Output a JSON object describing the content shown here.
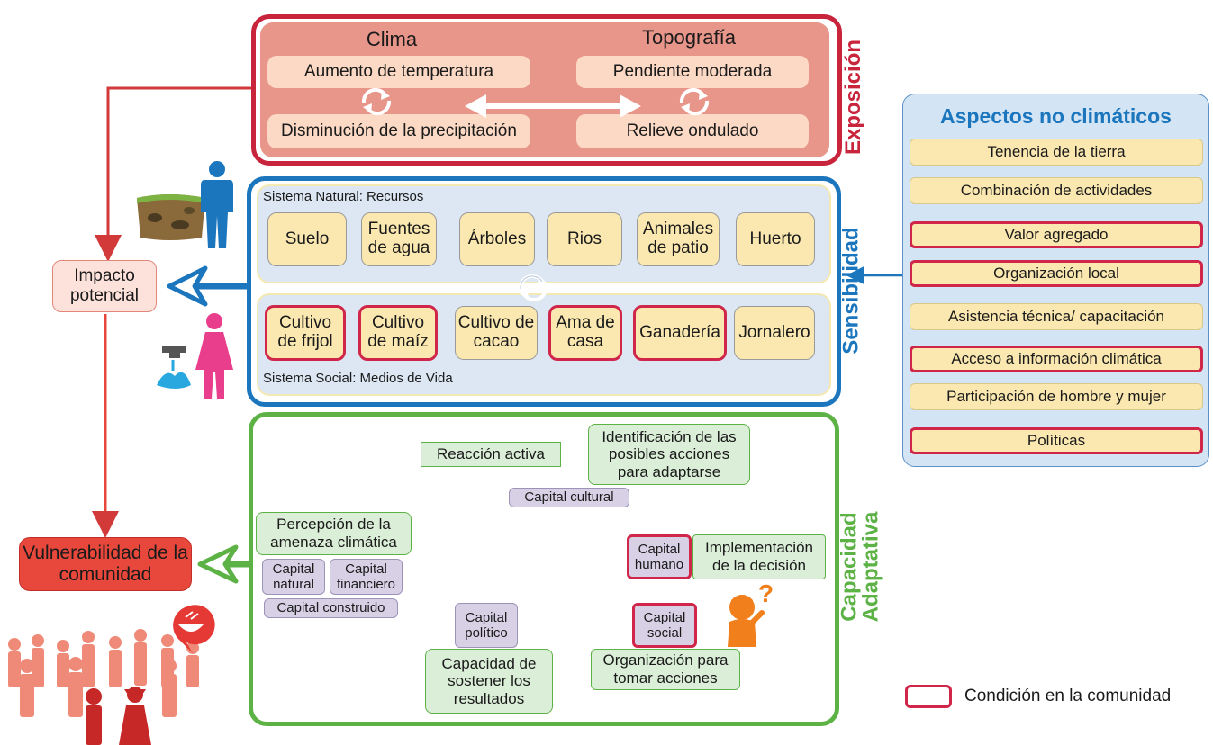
{
  "exposure": {
    "title": "Exposición",
    "clima_label": "Clima",
    "topografia_label": "Topografía",
    "clima_items": [
      "Aumento de temperatura",
      "Disminución de la precipitación"
    ],
    "topografia_items": [
      "Pendiente moderada",
      "Relieve ondulado"
    ]
  },
  "sensitivity": {
    "title": "Sensibilidad",
    "natural_label": "Sistema Natural: Recursos",
    "natural_items": [
      "Suelo",
      "Fuentes de agua",
      "Árboles",
      "Rios",
      "Animales de patio",
      "Huerto"
    ],
    "social_label": "Sistema Social: Medios de Vida",
    "social_items": [
      {
        "label": "Cultivo de frijol",
        "community": true
      },
      {
        "label": "Cultivo de maíz",
        "community": true
      },
      {
        "label": "Cultivo de cacao",
        "community": false
      },
      {
        "label": "Ama de casa",
        "community": true
      },
      {
        "label": "Ganadería",
        "community": true
      },
      {
        "label": "Jornalero",
        "community": false
      }
    ]
  },
  "adaptive": {
    "title_line1": "Capacidad",
    "title_line2": "Adaptativa",
    "steps": {
      "perception": "Percepción de la amenaza climática",
      "reaction": "Reacción activa",
      "identification": "Identificación de las posibles acciones para adaptarse",
      "implementation": "Implementación de la decisión",
      "organization": "Organización para tomar acciones",
      "sustain": "Capacidad de sostener los resultados"
    },
    "capitals": {
      "cultural": "Capital cultural",
      "natural": "Capital natural",
      "financiero": "Capital financiero",
      "construido": "Capital construido",
      "humano": "Capital humano",
      "social": "Capital social",
      "politico": "Capital político"
    }
  },
  "non_climatic": {
    "title": "Aspectos no climáticos",
    "items": [
      {
        "label": "Tenencia de la tierra",
        "community": false
      },
      {
        "label": "Combinación de actividades",
        "community": false
      },
      {
        "label": "Valor agregado",
        "community": true
      },
      {
        "label": "Organización local",
        "community": true
      },
      {
        "label": "Asistencia técnica/ capacitación",
        "community": false
      },
      {
        "label": "Acceso a información climática",
        "community": true
      },
      {
        "label": "Participación de hombre y mujer",
        "community": false
      },
      {
        "label": "Políticas",
        "community": true
      }
    ]
  },
  "impact": "Impacto potencial",
  "vulnerability": "Vulnerabilidad de la comunidad",
  "legend": "Condición en la comunidad",
  "colors": {
    "exposure": "#c8243c",
    "sensitivity": "#1b76bd",
    "adaptive": "#5db246",
    "community_border": "#d0264a",
    "vulnerability_fill": "#e8483c"
  }
}
